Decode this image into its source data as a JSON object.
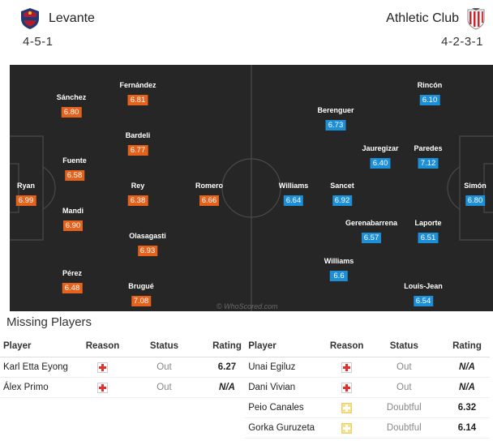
{
  "home_team": {
    "name": "Levante",
    "formation": "4-5-1",
    "crest_icon": "levante-crest-icon",
    "rating_color": "#e5621c",
    "players": [
      {
        "name": "Ryan",
        "rating": "6.99"
      },
      {
        "name": "Sánchez",
        "rating": "6.80"
      },
      {
        "name": "Fuente",
        "rating": "6.58"
      },
      {
        "name": "Mandi",
        "rating": "6.90"
      },
      {
        "name": "Pérez",
        "rating": "6.48"
      },
      {
        "name": "Fernández",
        "rating": "6.81"
      },
      {
        "name": "Bardeli",
        "rating": "6.77"
      },
      {
        "name": "Rey",
        "rating": "6.38"
      },
      {
        "name": "Olasagasti",
        "rating": "6.93"
      },
      {
        "name": "Brugué",
        "rating": "7.08"
      },
      {
        "name": "Romero",
        "rating": "6.66"
      }
    ]
  },
  "away_team": {
    "name": "Athletic Club",
    "formation": "4-2-3-1",
    "crest_icon": "athletic-club-crest-icon",
    "rating_color": "#1d8fd6",
    "players": [
      {
        "name": "Williams",
        "rating": "6.64"
      },
      {
        "name": "Rincón",
        "rating": "6.10"
      },
      {
        "name": "Berenguer",
        "rating": "6.73"
      },
      {
        "name": "Sancet",
        "rating": "6.92"
      },
      {
        "name": "Williams",
        "rating": "6.6"
      },
      {
        "name": "Jauregizar",
        "rating": "6.40"
      },
      {
        "name": "Gerenabarrena",
        "rating": "6.57"
      },
      {
        "name": "Paredes",
        "rating": "7.12"
      },
      {
        "name": "Laporte",
        "rating": "6.51"
      },
      {
        "name": "Louis-Jean",
        "rating": "6.54"
      },
      {
        "name": "Simón",
        "rating": "6.80"
      }
    ]
  },
  "watermark": "© WhoScored.com",
  "missing": {
    "title": "Missing Players",
    "headers": {
      "player": "Player",
      "reason": "Reason",
      "status": "Status",
      "rating": "Rating"
    },
    "home": [
      {
        "player": "Karl Etta Eyong",
        "reason_icon": "injury-icon",
        "status": "Out",
        "rating": "6.27"
      },
      {
        "player": "Álex Primo",
        "reason_icon": "injury-icon",
        "status": "Out",
        "rating": "N/A"
      }
    ],
    "away": [
      {
        "player": "Unai Egiluz",
        "reason_icon": "injury-icon",
        "status": "Out",
        "rating": "N/A"
      },
      {
        "player": "Dani Vivian",
        "reason_icon": "injury-icon",
        "status": "Out",
        "rating": "N/A"
      },
      {
        "player": "Peio Canales",
        "reason_icon": "doubtful-icon",
        "status": "Doubtful",
        "rating": "6.32"
      },
      {
        "player": "Gorka Guruzeta",
        "reason_icon": "doubtful-icon",
        "status": "Doubtful",
        "rating": "6.14"
      }
    ]
  }
}
